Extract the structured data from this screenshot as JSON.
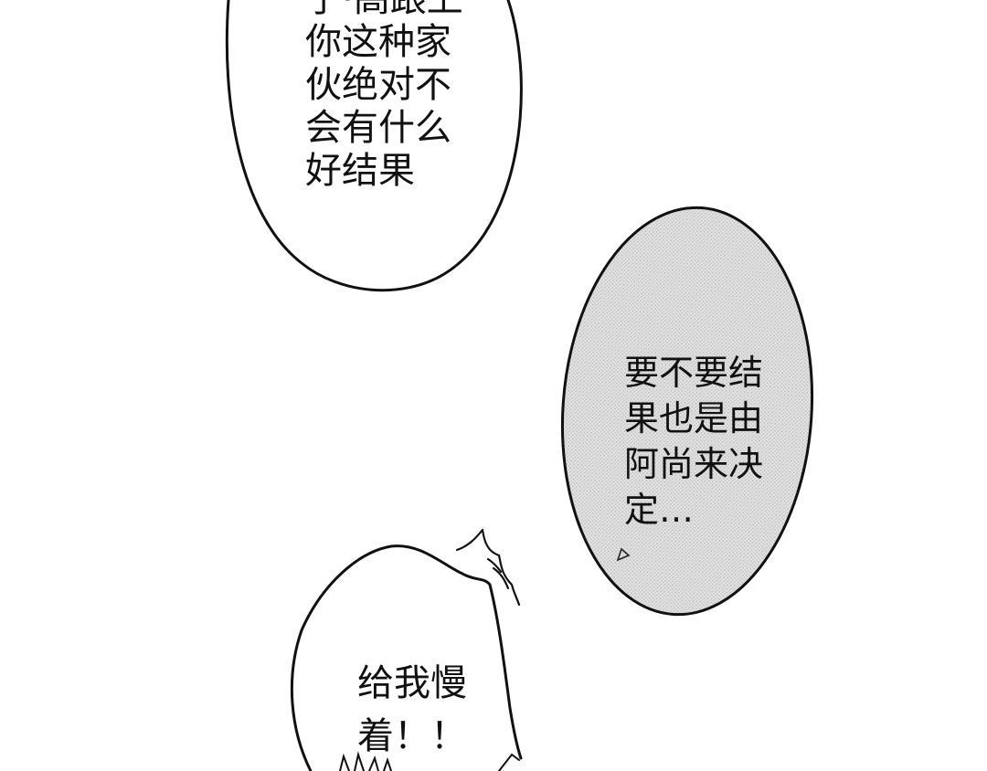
{
  "panel": {
    "background": "#ffffff",
    "ink": "#111111",
    "screentone": "#d9d9d9"
  },
  "bubbles": [
    {
      "id": "bubble-1",
      "style": "white-oval",
      "lines": [
        "子·高跟上",
        "你这种家",
        "伙绝对不",
        "会有什么",
        "好结果"
      ]
    },
    {
      "id": "bubble-2",
      "style": "gray-screentone-oval",
      "lines": [
        "要不要结",
        "果也是由",
        "阿尚来决",
        "定…"
      ]
    },
    {
      "id": "bubble-3",
      "style": "jagged-shout",
      "lines": [
        "给我慢",
        "着！！"
      ]
    }
  ]
}
